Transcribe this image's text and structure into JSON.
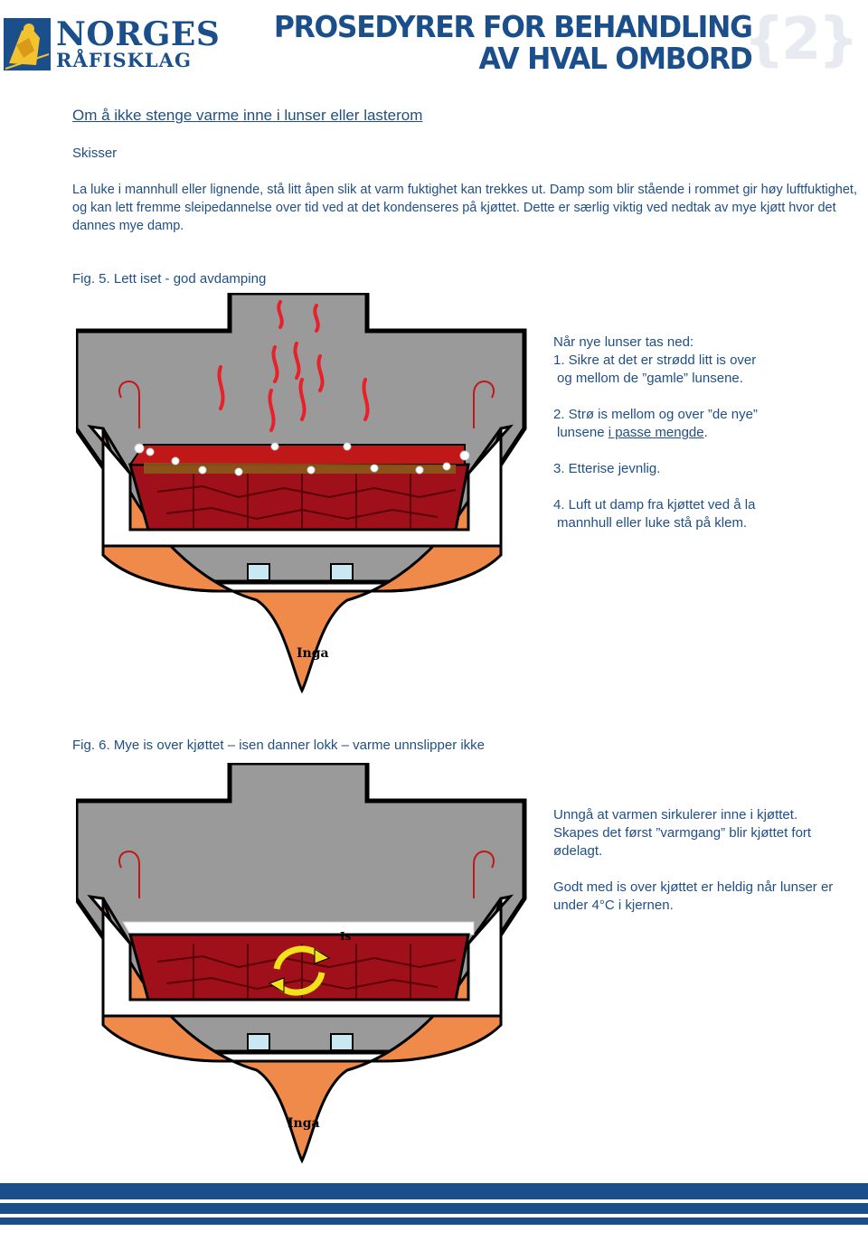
{
  "header": {
    "logo_line1": "NORGES",
    "logo_line2": "RÅFISKLAG",
    "title_line1": "PROSEDYRER FOR BEHANDLING",
    "title_line2": "AV HVAL OMBORD",
    "section_number": "{2}"
  },
  "section": {
    "title": "Om å ikke stenge varme inne i lunser eller lasterom",
    "subhead": "Skisser",
    "paragraph": "La luke i mannhull eller lignende, stå litt åpen slik at varm fuktighet kan trekkes ut. Damp som blir stående i rommet gir høy luftfuktighet, og kan lett fremme sleipedannelse over tid ved at det kondenseres på kjøttet. Dette er særlig viktig ved nedtak av mye kjøtt hvor det dannes mye damp."
  },
  "fig5": {
    "caption": "Fig. 5. Lett iset - god avdamping",
    "signature": "Inga",
    "notes": {
      "intro": "Når nye lunser tas ned:",
      "item1_a": "1. Sikre at det er strødd litt is over",
      "item1_b": "og mellom de ”gamle” lunsene.",
      "item2_a": "2. Strø is mellom og over ”de nye”",
      "item2_b_pre": "lunsene ",
      "item2_b_link": "i passe mengde",
      "item2_b_post": ".",
      "item3": "3. Etterise jevnlig.",
      "item4_a": "4. Luft ut damp fra kjøttet ved å la",
      "item4_b": "mannhull eller luke stå på klem."
    }
  },
  "fig6": {
    "caption": "Fig. 6. Mye is over kjøttet – isen danner lokk – varme unnslipper ikke",
    "ice_label": "Is",
    "signature": "Inga",
    "notes": {
      "p1_a": "Unngå at varmen sirkulerer inne i kjøttet.",
      "p1_b": "Skapes det først ”varmgang” blir kjøttet fort",
      "p1_c": "ødelagt.",
      "p2_a": "Godt med is over kjøttet er heldig når lunser er",
      "p2_b": "under 4°C i kjernen."
    }
  },
  "colors": {
    "brand_blue": "#1a4f8c",
    "hull_orange": "#f08a4b",
    "tank_grey": "#9a9a9a",
    "meat_red": "#a0101a",
    "steam_red": "#e8202a"
  }
}
